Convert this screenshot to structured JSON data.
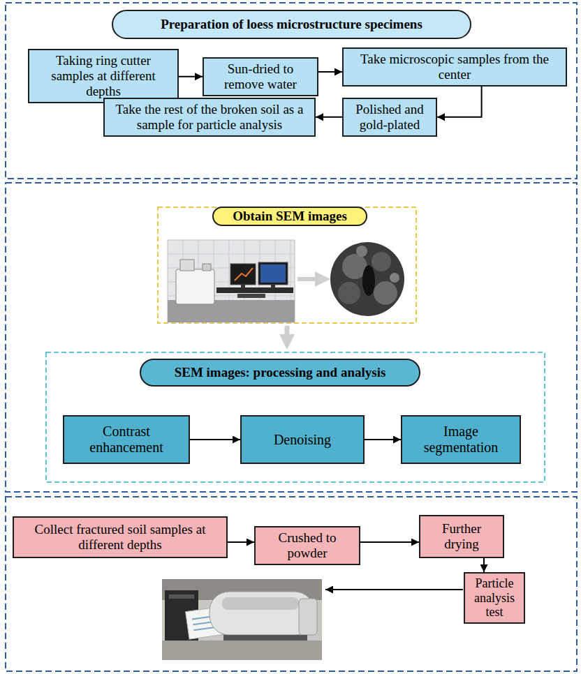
{
  "diagram": {
    "nodes": [
      {
        "text": [
          "Preparation of loess microstructure specimens"
        ]
      },
      {
        "text": [
          "Taking ring cutter samples at different depths"
        ]
      },
      {
        "text": [
          "Sun-dried to remove water"
        ]
      },
      {
        "text": [
          "Take microscopic samples from the center"
        ]
      },
      {
        "text": [
          "Polished and gold-plated"
        ]
      },
      {
        "text": [
          "Take the rest of the broken soil as a sample for particle analysis"
        ]
      },
      {
        "text": [
          "Obtain SEM images"
        ]
      },
      {
        "text": [
          "SEM images: processing and analysis"
        ]
      },
      {
        "text": [
          "Contrast enhancement"
        ]
      },
      {
        "text": [
          "Denoising"
        ]
      },
      {
        "text": [
          "Image segmentation"
        ]
      },
      {
        "text": [
          "Collect fractured soil samples at different depths"
        ]
      },
      {
        "text": [
          "Crushed to powder"
        ]
      },
      {
        "text": [
          "Further drying"
        ]
      },
      {
        "text": [
          "Particle analysis test"
        ]
      }
    ],
    "edges": [
      {
        "from": 1,
        "to": 2,
        "arrow": "to"
      },
      {
        "from": 2,
        "to": 3,
        "arrow": "to"
      },
      {
        "from": 3,
        "to": 4,
        "arrow": "to"
      },
      {
        "from": 4,
        "to": 5,
        "arrow": "to"
      },
      {
        "from": 8,
        "to": 9,
        "arrow": "to"
      },
      {
        "from": 9,
        "to": 10,
        "arrow": "to"
      },
      {
        "from": 11,
        "to": 12,
        "arrow": "to"
      },
      {
        "from": 12,
        "to": 13,
        "arrow": "to"
      },
      {
        "from": 13,
        "to": 14,
        "arrow": "to"
      }
    ]
  }
}
